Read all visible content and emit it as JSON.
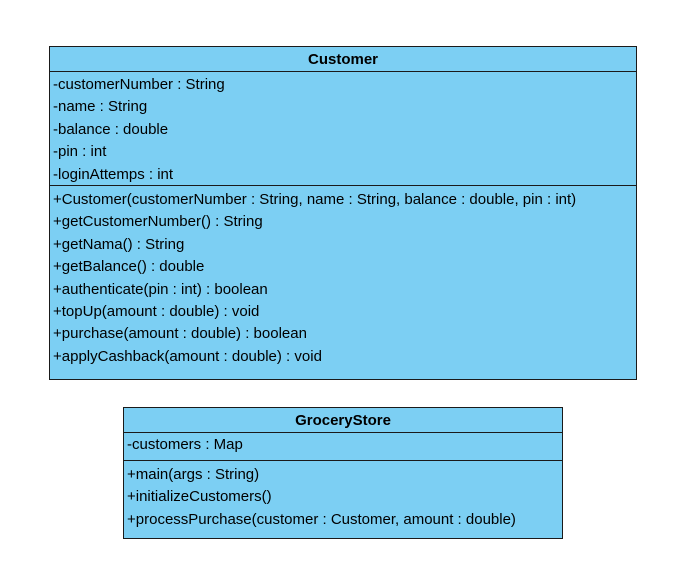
{
  "classes": [
    {
      "name": "Customer",
      "attributes": [
        "-customerNumber : String",
        "-name : String",
        "-balance : double",
        "-pin : int",
        "-loginAttemps : int"
      ],
      "operations": [
        "+Customer(customerNumber : String, name : String, balance : double, pin : int)",
        "+getCustomerNumber() : String",
        "+getNama() : String",
        "+getBalance() : double",
        "+authenticate(pin : int) : boolean",
        "+topUp(amount : double) : void",
        "+purchase(amount : double) : boolean",
        "+applyCashback(amount : double) : void"
      ]
    },
    {
      "name": "GroceryStore",
      "attributes": [
        "-customers : Map"
      ],
      "operations": [
        "+main(args : String)",
        "+initializeCustomers()",
        "+processPurchase(customer : Customer, amount : double)"
      ]
    }
  ],
  "colors": {
    "class_fill": "#7ccff3",
    "border": "#1a1a1a"
  }
}
